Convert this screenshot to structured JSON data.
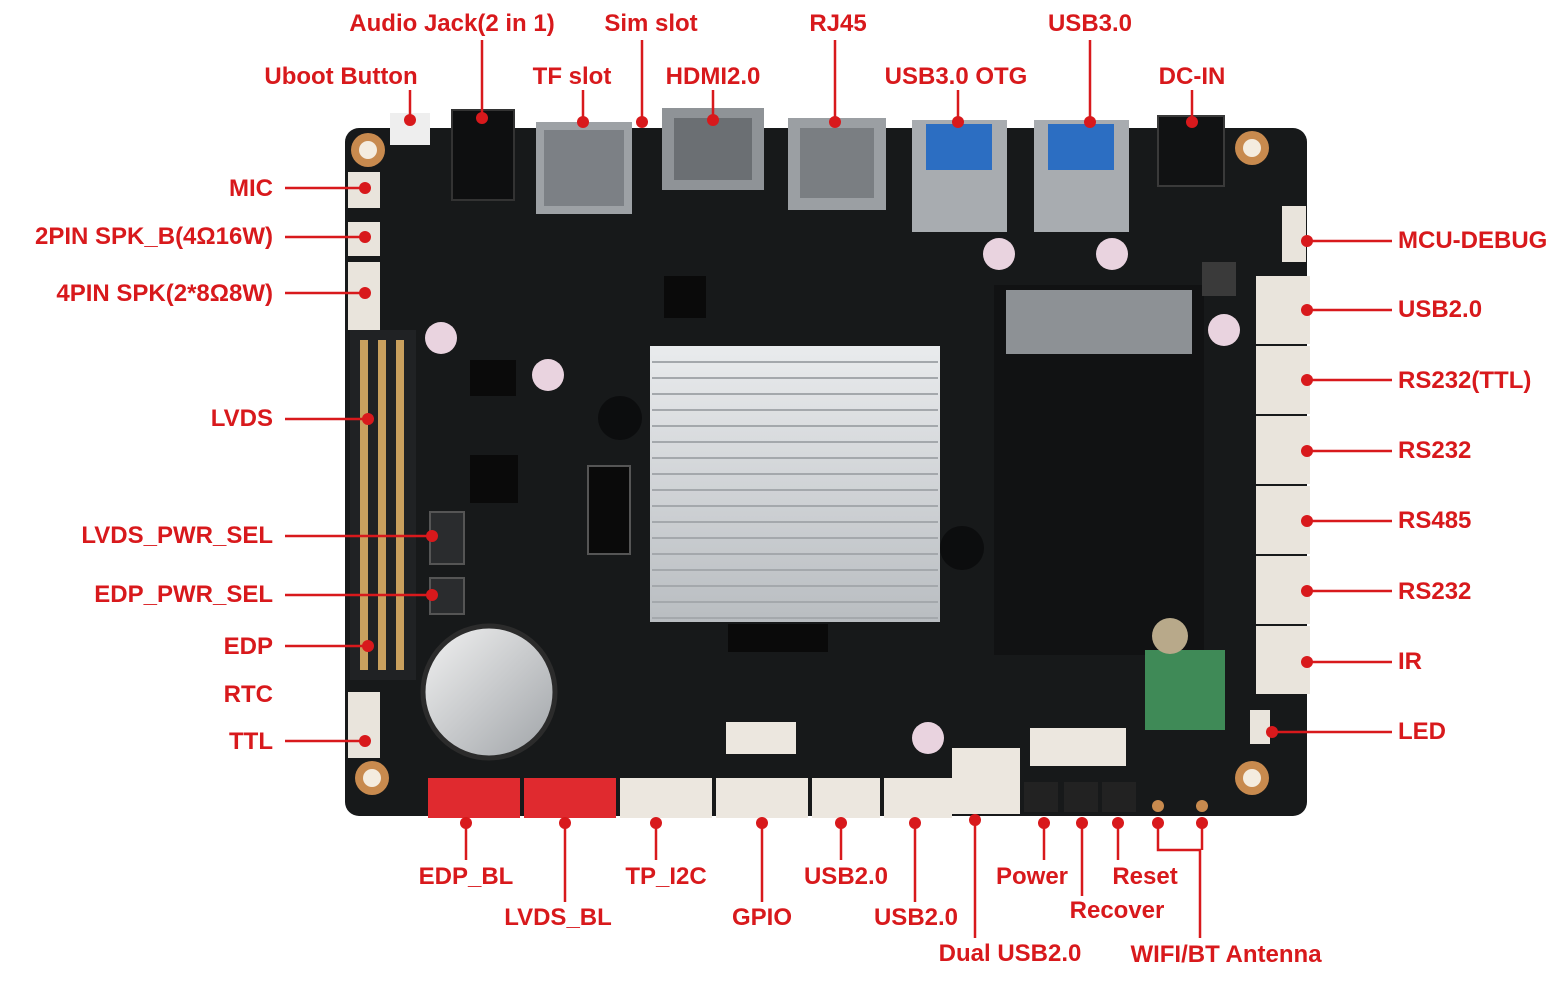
{
  "colors": {
    "accent": "#d8191c",
    "board": "#17191a",
    "heatsink": "#cfd2d5"
  },
  "callouts": {
    "audio_jack": "Audio Jack(2 in 1)",
    "sim_slot": "Sim slot",
    "rj45": "RJ45",
    "usb30": "USB3.0",
    "uboot_button": "Uboot Button",
    "tf_slot": "TF slot",
    "hdmi": "HDMI2.0",
    "usb30_otg": "USB3.0 OTG",
    "dc_in": "DC-IN",
    "mic": "MIC",
    "spk_2pin": "2PIN SPK_B(4Ω16W)",
    "spk_4pin": "4PIN SPK(2*8Ω8W)",
    "lvds": "LVDS",
    "lvds_pwr_sel": "LVDS_PWR_SEL",
    "edp_pwr_sel": "EDP_PWR_SEL",
    "edp": "EDP",
    "rtc": "RTC",
    "ttl": "TTL",
    "mcu_debug": "MCU-DEBUG",
    "usb20_right": "USB2.0",
    "rs232_ttl": "RS232(TTL)",
    "rs232_a": "RS232",
    "rs485": "RS485",
    "rs232_b": "RS232",
    "ir": "IR",
    "led": "LED",
    "edp_bl": "EDP_BL",
    "lvds_bl": "LVDS_BL",
    "tp_i2c": "TP_I2C",
    "gpio": "GPIO",
    "usb20_bottom_a": "USB2.0",
    "usb20_bottom_b": "USB2.0",
    "dual_usb20": "Dual USB2.0",
    "power": "Power",
    "recover": "Recover",
    "reset": "Reset",
    "wifi_bt_antenna": "WIFI/BT Antenna"
  }
}
